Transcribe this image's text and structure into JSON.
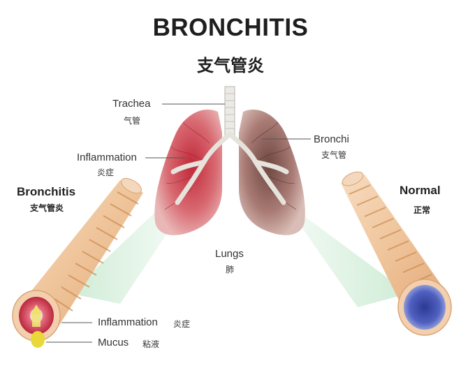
{
  "title": "BRONCHITIS",
  "subtitle": "支气管炎",
  "labels": {
    "trachea": {
      "en": "Trachea",
      "cn": "气管"
    },
    "bronchi": {
      "en": "Bronchi",
      "cn": "支气管"
    },
    "inflammation_top": {
      "en": "Inflammation",
      "cn": "炎症"
    },
    "lungs": {
      "en": "Lungs",
      "cn": "肺"
    },
    "bronchitis": {
      "en": "Bronchitis",
      "cn": "支气管炎"
    },
    "normal": {
      "en": "Normal",
      "cn": "正常"
    },
    "inflammation_bottom": {
      "en": "Inflammation",
      "cn": "炎症"
    },
    "mucus": {
      "en": "Mucus",
      "cn": "粘液"
    }
  },
  "colors": {
    "inflamed_lung": "#c9424e",
    "healthy_lung": "#8a5a55",
    "tube": "#f1c9a0",
    "tube_band": "#c98a50",
    "inflamed_lumen": "#d5324a",
    "normal_lumen": "#4a5bb5",
    "mucus": "#e8d83a",
    "zoom_beam": "#bfe6c8"
  }
}
